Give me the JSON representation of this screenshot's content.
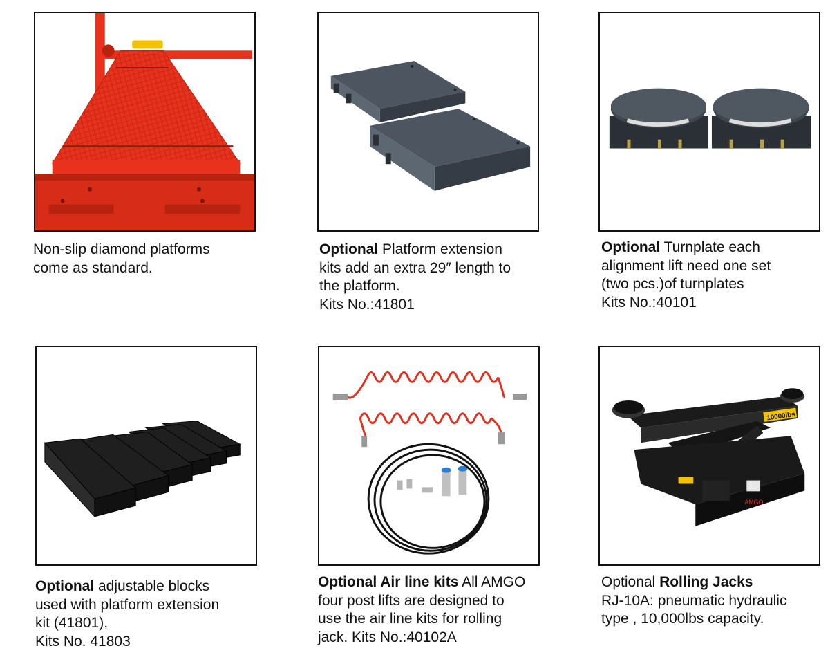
{
  "items": [
    {
      "image_name": "diamond-platform-photo",
      "lines": [
        {
          "text": "Non-slip diamond platforms"
        },
        {
          "text": "come as standard."
        }
      ]
    },
    {
      "image_name": "platform-extension-photo",
      "lines": [
        {
          "bold": "Optional",
          "text": " Platform extension"
        },
        {
          "text": "kits add an extra 29″ length to"
        },
        {
          "text": "the platform."
        },
        {
          "text": "Kits No.:41801"
        }
      ]
    },
    {
      "image_name": "turnplates-photo",
      "lines": [
        {
          "bold": "Optional",
          "text": " Turnplate each"
        },
        {
          "text": "alignment lift need one set"
        },
        {
          "text": "(two pcs.)of turnplates"
        },
        {
          "text": "Kits No.:40101"
        }
      ]
    },
    {
      "image_name": "adjustable-blocks-photo",
      "lines": [
        {
          "bold": "Optional",
          "text": " adjustable blocks"
        },
        {
          "text": "used with platform extension"
        },
        {
          "text": "kit (41801),"
        },
        {
          "text": "Kits No. 41803"
        }
      ]
    },
    {
      "image_name": "air-line-kit-photo",
      "lines": [
        {
          "bold": "Optional Air line kits",
          "text": " All AMGO"
        },
        {
          "text": "four post lifts are designed to"
        },
        {
          "text": "use the air line kits for rolling"
        },
        {
          "text": "jack. Kits No.:40102A"
        }
      ]
    },
    {
      "image_name": "rolling-jack-photo",
      "lines": [
        {
          "text": "Optional ",
          "bold": "Rolling Jacks",
          "bold_after": true
        },
        {
          "text": "RJ-10A: pneumatic hydraulic"
        },
        {
          "text": "type , 10,000lbs capacity."
        }
      ],
      "jack_label": "10000lbs",
      "jack_brand": "AMGO"
    }
  ],
  "colors": {
    "platform_red": "#e8321e",
    "platform_dark": "#b8230f",
    "steel_gray": "#4c5560",
    "hose_red": "#e0301e",
    "jack_black": "#1b1b1b",
    "label_yellow": "#f2c200"
  }
}
